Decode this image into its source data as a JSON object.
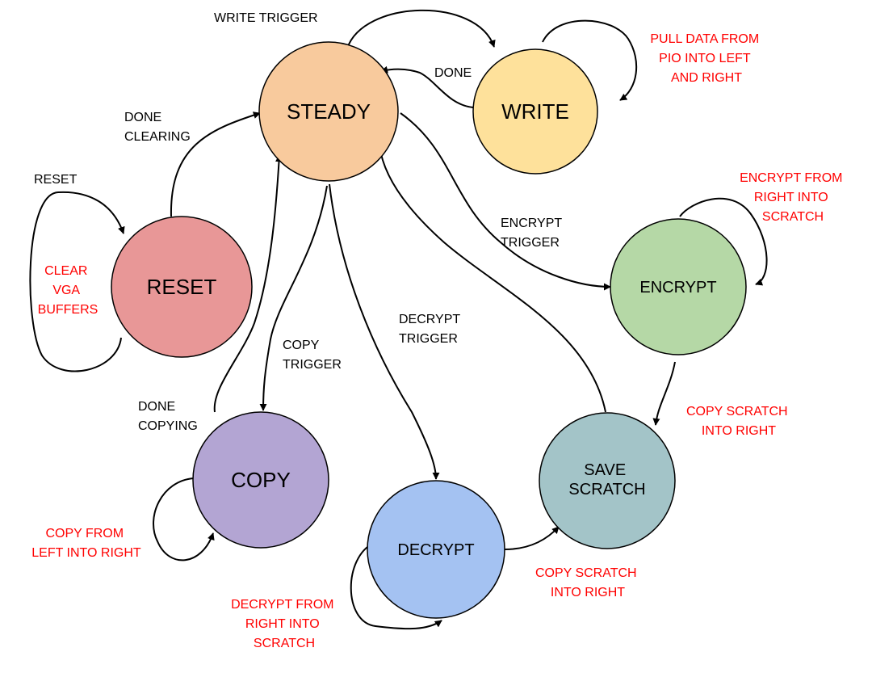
{
  "colors": {
    "steady": "#F8CA9D",
    "write": "#FEE19B",
    "reset": "#E89797",
    "encrypt": "#B5D8A6",
    "copy": "#B3A5D3",
    "decrypt": "#A4C2F2",
    "save_scratch": "#A3C4C8",
    "action_text": "#FF0000",
    "edge_text": "#000000"
  },
  "states": {
    "steady": "STEADY",
    "write": "WRITE",
    "reset": "RESET",
    "encrypt": "ENCRYPT",
    "copy": "COPY",
    "decrypt": "DECRYPT",
    "save_scratch": [
      "SAVE",
      "SCRATCH"
    ]
  },
  "transitions": {
    "write_trigger": [
      "WRITE TRIGGER"
    ],
    "done": [
      "DONE"
    ],
    "done_clearing": [
      "DONE",
      "CLEARING"
    ],
    "reset": [
      "RESET"
    ],
    "encrypt_trigger": [
      "ENCRYPT",
      "TRIGGER"
    ],
    "decrypt_trigger": [
      "DECRYPT",
      "TRIGGER"
    ],
    "copy_trigger": [
      "COPY",
      "TRIGGER"
    ],
    "done_copying": [
      "DONE",
      "COPYING"
    ]
  },
  "actions": {
    "write": [
      "PULL DATA FROM",
      "PIO INTO LEFT",
      "AND RIGHT"
    ],
    "reset": [
      "CLEAR",
      "VGA",
      "BUFFERS"
    ],
    "encrypt": [
      "ENCRYPT FROM",
      "RIGHT INTO",
      "SCRATCH"
    ],
    "encrypt_to_save": [
      "COPY SCRATCH",
      "INTO RIGHT"
    ],
    "decrypt_to_save": [
      "COPY SCRATCH",
      "INTO RIGHT"
    ],
    "copy": [
      "COPY FROM",
      "LEFT INTO RIGHT"
    ],
    "decrypt": [
      "DECRYPT FROM",
      "RIGHT INTO",
      "SCRATCH"
    ]
  }
}
